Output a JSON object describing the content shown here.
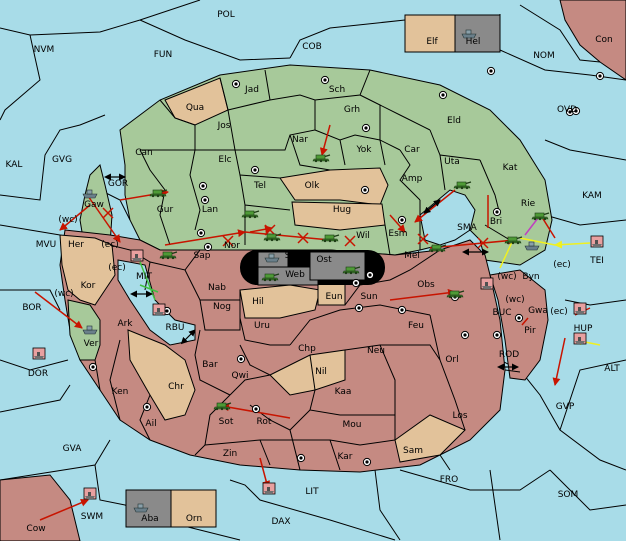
{
  "colors": {
    "sea": "#a8dce8",
    "green": "#a7c99a",
    "pink": "#c58a82",
    "tan": "#e2c29a",
    "gray": "#8a8a8a",
    "arrow": "#c81400",
    "support_yellow": "#f0f020",
    "support_green": "#40c040",
    "support_magenta": "#c040c0"
  },
  "provinces": [
    {
      "id": "pol",
      "label": "POL"
    },
    {
      "id": "nvm",
      "label": "NVM"
    },
    {
      "id": "fun",
      "label": "FUN"
    },
    {
      "id": "cob",
      "label": "COB"
    },
    {
      "id": "elf",
      "label": "Elf"
    },
    {
      "id": "hel",
      "label": "Hel"
    },
    {
      "id": "con",
      "label": "Con"
    },
    {
      "id": "nom",
      "label": "NOM"
    },
    {
      "id": "ovd",
      "label": "OVD"
    },
    {
      "id": "kal",
      "label": "KAL"
    },
    {
      "id": "gvg",
      "label": "GVG"
    },
    {
      "id": "kam",
      "label": "KAM"
    },
    {
      "id": "jad",
      "label": "Jad"
    },
    {
      "id": "sch",
      "label": "Sch"
    },
    {
      "id": "qua",
      "label": "Qua"
    },
    {
      "id": "jos",
      "label": "Jos"
    },
    {
      "id": "grh",
      "label": "Grh"
    },
    {
      "id": "eld",
      "label": "Eld"
    },
    {
      "id": "can",
      "label": "Can"
    },
    {
      "id": "nar",
      "label": "Nar"
    },
    {
      "id": "yok",
      "label": "Yok"
    },
    {
      "id": "car",
      "label": "Car"
    },
    {
      "id": "uta",
      "label": "Uta"
    },
    {
      "id": "kat",
      "label": "Kat"
    },
    {
      "id": "elc",
      "label": "Elc"
    },
    {
      "id": "olk",
      "label": "Olk"
    },
    {
      "id": "amp",
      "label": "Amp"
    },
    {
      "id": "gor",
      "label": "GOR"
    },
    {
      "id": "tel",
      "label": "Tel"
    },
    {
      "id": "gaw",
      "label": "Gaw"
    },
    {
      "id": "gur",
      "label": "Gur"
    },
    {
      "id": "lan",
      "label": "Lan"
    },
    {
      "id": "hug",
      "label": "Hug"
    },
    {
      "id": "rie",
      "label": "Rie"
    },
    {
      "id": "bri",
      "label": "Bri"
    },
    {
      "id": "wc1",
      "label": "(wc)"
    },
    {
      "id": "sma",
      "label": "SMA"
    },
    {
      "id": "esm",
      "label": "Esm"
    },
    {
      "id": "mvu",
      "label": "MVU"
    },
    {
      "id": "her",
      "label": "Her"
    },
    {
      "id": "ec1",
      "label": "(ec)"
    },
    {
      "id": "nor",
      "label": "Nor"
    },
    {
      "id": "wil",
      "label": "Wil"
    },
    {
      "id": "skr",
      "label": "Skr"
    },
    {
      "id": "sap",
      "label": "Sap"
    },
    {
      "id": "ost",
      "label": "Ost"
    },
    {
      "id": "mel",
      "label": "Mel"
    },
    {
      "id": "tei",
      "label": "TEI"
    },
    {
      "id": "ec2",
      "label": "(ec)"
    },
    {
      "id": "web",
      "label": "Web"
    },
    {
      "id": "ec3",
      "label": "(ec)"
    },
    {
      "id": "mit",
      "label": "MIT"
    },
    {
      "id": "kor",
      "label": "Kor"
    },
    {
      "id": "byn",
      "label": "Byn"
    },
    {
      "id": "wc2",
      "label": "(wc)"
    },
    {
      "id": "nab",
      "label": "Nab"
    },
    {
      "id": "obs",
      "label": "Obs"
    },
    {
      "id": "eun",
      "label": "Eun"
    },
    {
      "id": "wc3",
      "label": "(wc)"
    },
    {
      "id": "sun",
      "label": "Sun"
    },
    {
      "id": "bor",
      "label": "BOR"
    },
    {
      "id": "hil",
      "label": "Hil"
    },
    {
      "id": "wc4",
      "label": "(wc)"
    },
    {
      "id": "gwa",
      "label": "Gwa"
    },
    {
      "id": "ec4",
      "label": "(ec)"
    },
    {
      "id": "nog",
      "label": "Nog"
    },
    {
      "id": "buc",
      "label": "BUC"
    },
    {
      "id": "ark",
      "label": "Ark"
    },
    {
      "id": "rbu",
      "label": "RBU"
    },
    {
      "id": "hup",
      "label": "HUP"
    },
    {
      "id": "uru",
      "label": "Uru"
    },
    {
      "id": "feu",
      "label": "Feu"
    },
    {
      "id": "pir",
      "label": "Pir"
    },
    {
      "id": "ver",
      "label": "Ver"
    },
    {
      "id": "chp",
      "label": "Chp"
    },
    {
      "id": "neu",
      "label": "Neu"
    },
    {
      "id": "dor",
      "label": "DOR"
    },
    {
      "id": "orl",
      "label": "Orl"
    },
    {
      "id": "bar",
      "label": "Bar"
    },
    {
      "id": "qwi",
      "label": "Qwi"
    },
    {
      "id": "nil",
      "label": "Nil"
    },
    {
      "id": "rod",
      "label": "ROD"
    },
    {
      "id": "alt",
      "label": "ALT"
    },
    {
      "id": "chr",
      "label": "Chr"
    },
    {
      "id": "ken",
      "label": "Ken"
    },
    {
      "id": "kaa",
      "label": "Kaa"
    },
    {
      "id": "gvp",
      "label": "GVP"
    },
    {
      "id": "ail",
      "label": "Ail"
    },
    {
      "id": "sot",
      "label": "Sot"
    },
    {
      "id": "rot",
      "label": "Rot"
    },
    {
      "id": "los",
      "label": "Los"
    },
    {
      "id": "mou",
      "label": "Mou"
    },
    {
      "id": "gva",
      "label": "GVA"
    },
    {
      "id": "sam",
      "label": "Sam"
    },
    {
      "id": "zin",
      "label": "Zin"
    },
    {
      "id": "kar",
      "label": "Kar"
    },
    {
      "id": "fro",
      "label": "FRO"
    },
    {
      "id": "lit",
      "label": "LIT"
    },
    {
      "id": "som",
      "label": "SOM"
    },
    {
      "id": "swm",
      "label": "SWM"
    },
    {
      "id": "aba",
      "label": "Aba"
    },
    {
      "id": "orn",
      "label": "Orn"
    },
    {
      "id": "cow",
      "label": "Cow"
    },
    {
      "id": "dax",
      "label": "DAX"
    }
  ]
}
